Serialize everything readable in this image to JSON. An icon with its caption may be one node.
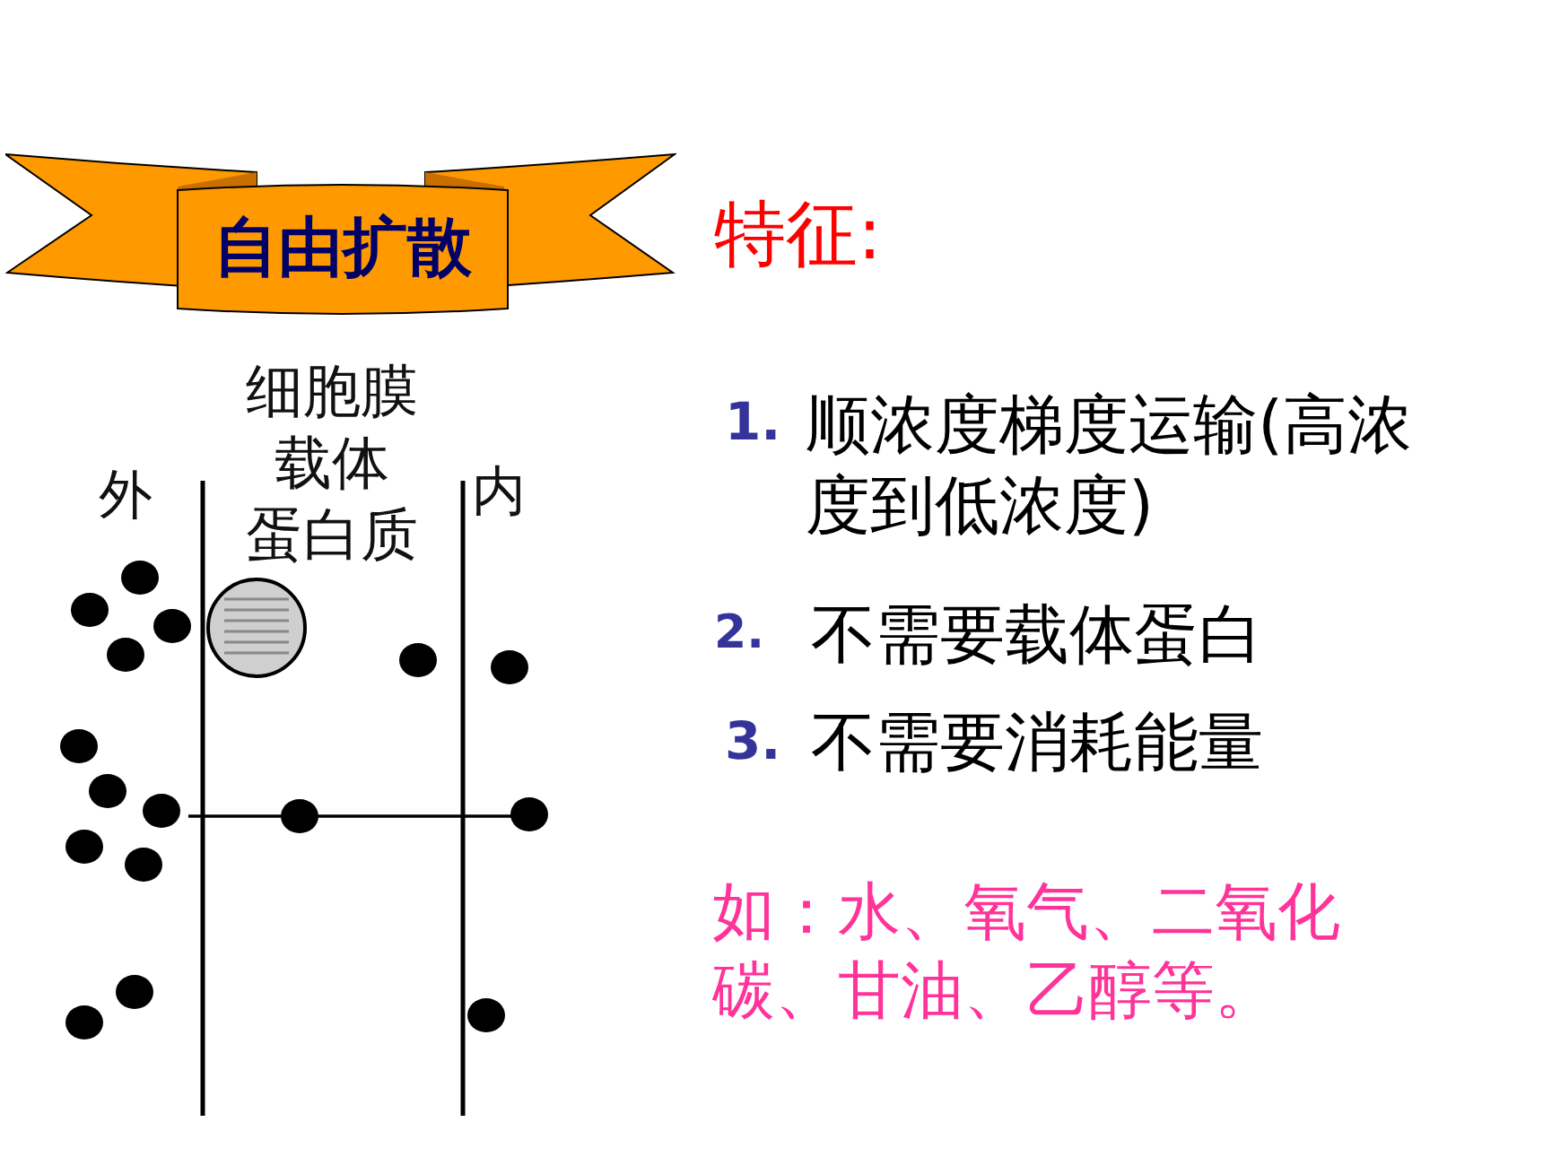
{
  "diagram": {
    "nodes": [
      {
        "text": [
          "自由扩散"
        ]
      }
    ],
    "labels": [
      "特征:",
      "细胞膜",
      "外",
      "载体",
      "内",
      "蛋白质",
      "1.",
      "顺浓度梯度运输(高浓度到低浓度)",
      "2.",
      "不需要载体蛋白",
      "3.",
      "不需要消耗能量",
      "如：水、氧气、二氧化碳、甘油、乙醇等。"
    ]
  }
}
